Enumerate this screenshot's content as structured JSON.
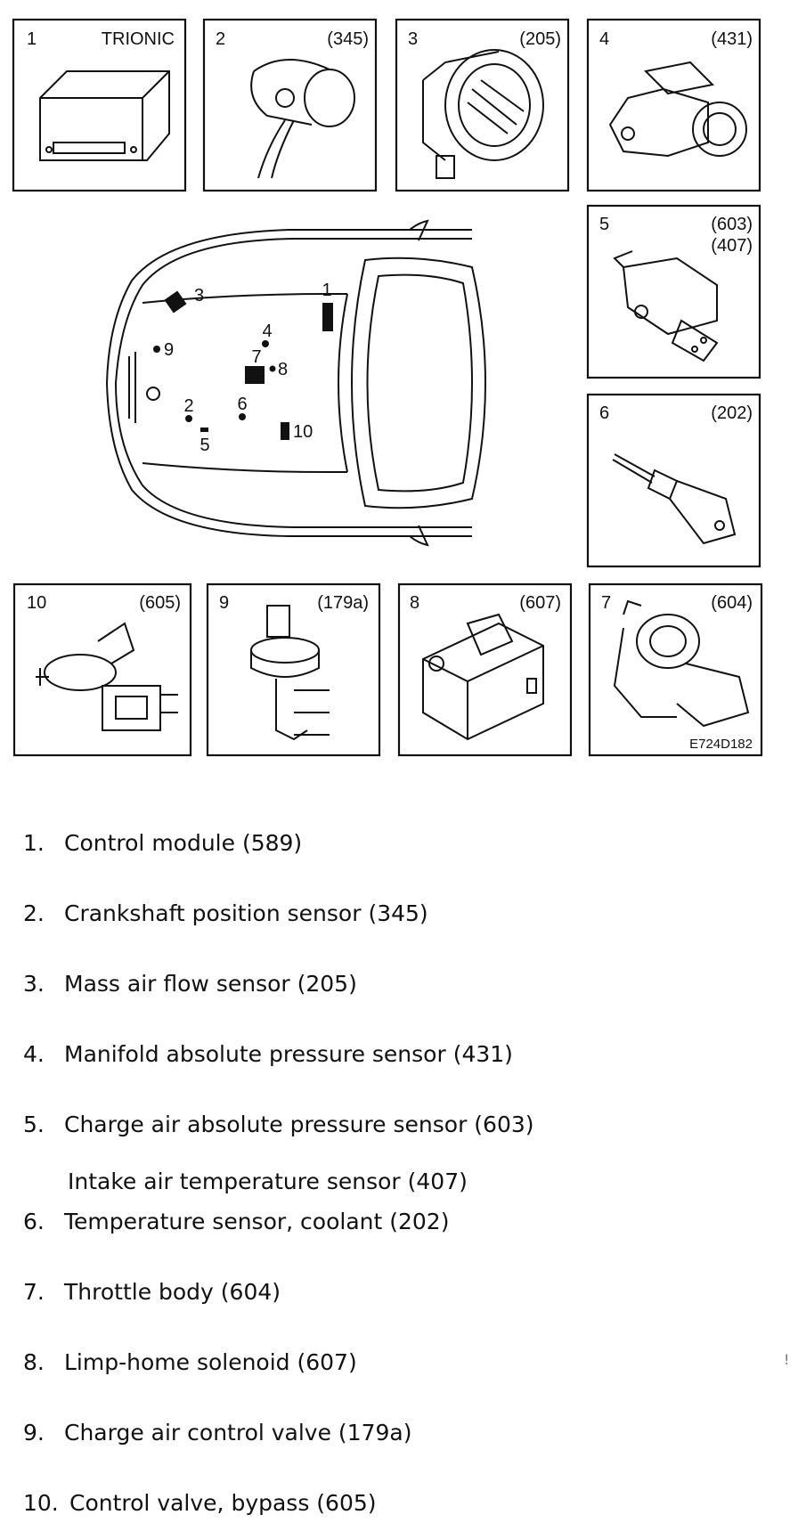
{
  "panels": [
    {
      "num": "1",
      "code": "TRIONIC"
    },
    {
      "num": "2",
      "code": "(345)"
    },
    {
      "num": "3",
      "code": "(205)"
    },
    {
      "num": "4",
      "code": "(431)"
    },
    {
      "num": "5",
      "code": "(603)",
      "code2": "(407)"
    },
    {
      "num": "6",
      "code": "(202)"
    },
    {
      "num": "10",
      "code": "(605)"
    },
    {
      "num": "9",
      "code": "(179a)"
    },
    {
      "num": "8",
      "code": "(607)"
    },
    {
      "num": "7",
      "code": "(604)"
    }
  ],
  "figure_code": "E724D182",
  "car_labels": [
    "1",
    "2",
    "3",
    "4",
    "5",
    "6",
    "7",
    "8",
    "9",
    "10"
  ],
  "legend": [
    {
      "num": "1.",
      "text": "Control module (589)"
    },
    {
      "num": "2.",
      "text": "Crankshaft position sensor (345)"
    },
    {
      "num": "3.",
      "text": "Mass air flow sensor (205)"
    },
    {
      "num": "4.",
      "text": "Manifold absolute pressure sensor (431)"
    },
    {
      "num": "5.",
      "text": "Charge air absolute pressure sensor (603)",
      "sub": "Intake air temperature sensor (407)"
    },
    {
      "num": "6.",
      "text": "Temperature sensor, coolant (202)"
    },
    {
      "num": "7.",
      "text": "Throttle body (604)"
    },
    {
      "num": "8.",
      "text": "Limp-home solenoid (607)"
    },
    {
      "num": "9.",
      "text": "Charge air control valve (179a)"
    },
    {
      "num": "10.",
      "text": "Control valve, bypass (605)"
    }
  ],
  "stray_mark": "!"
}
